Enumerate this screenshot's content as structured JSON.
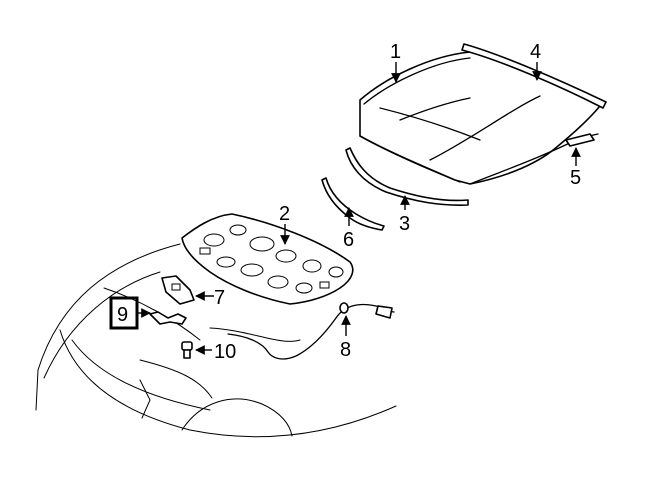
{
  "callouts": {
    "c1": "1",
    "c2": "2",
    "c3": "3",
    "c4": "4",
    "c5": "5",
    "c6": "6",
    "c7": "7",
    "c8": "8",
    "c9": "9",
    "c10": "10"
  },
  "highlighted_part": "9"
}
